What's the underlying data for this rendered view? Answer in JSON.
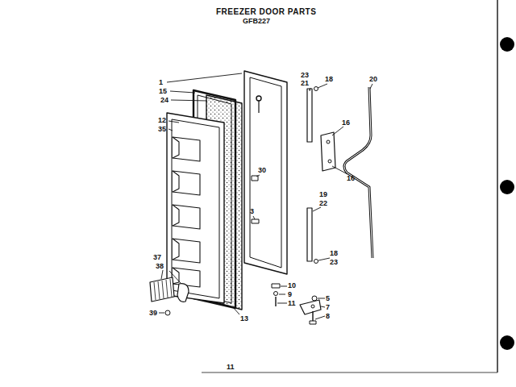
{
  "diagram": {
    "title": "FREEZER DOOR PARTS",
    "labels": [
      "GFB227",
      "1",
      "15",
      "24",
      "12",
      "35",
      "30",
      "3",
      "23",
      "21",
      "18",
      "20",
      "16",
      "16",
      "19",
      "22",
      "18",
      "23",
      "10",
      "9",
      "11",
      "5",
      "7",
      "8",
      "37",
      "38",
      "39",
      "13",
      "11"
    ]
  }
}
